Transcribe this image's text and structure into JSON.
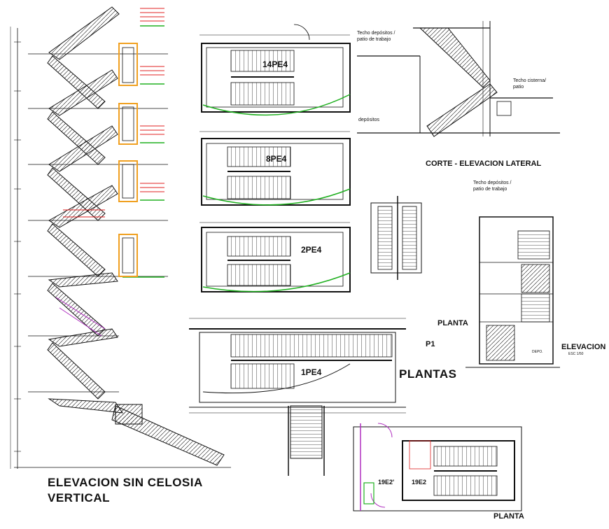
{
  "titles": {
    "elevacion_sin_celosia_1": "ELEVACION SIN CELOSIA",
    "elevacion_sin_celosia_2": "VERTICAL",
    "corte": "CORTE - ELEVACION LATERAL",
    "plantas": "PLANTAS",
    "planta_1": "PLANTA",
    "planta_2": "PLANTA",
    "elevacion": "ELEVACION",
    "p1": "P1"
  },
  "plan_tags": {
    "14pe4": "14PE4",
    "8pe4": "8PE4",
    "2pe4": "2PE4",
    "1pe4": "1PE4",
    "19e2a": "19E2'",
    "19e2b": "19E2"
  },
  "notes": {
    "techo_depositos_1a": "Techo depósitos /",
    "techo_depositos_1b": "patio de trabajo",
    "techo_cisterna_a": "Techo cisterna/",
    "techo_cisterna_b": "patio",
    "depositos": "depósitos",
    "techo_depositos_2a": "Techo depósitos /",
    "techo_depositos_2b": "patio de trabajo",
    "depo": "DEPO.",
    "esc": "ESC 1/50"
  },
  "colors": {
    "line": "#111111",
    "door": "#f0a020",
    "railing_red": "#e02020",
    "railing_green": "#20b020",
    "magenta": "#b030c0",
    "level_red": "#e00000"
  }
}
